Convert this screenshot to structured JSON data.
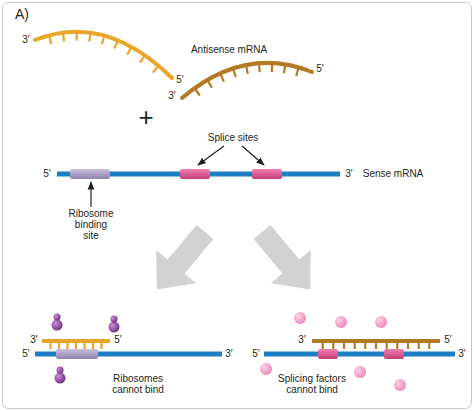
{
  "diagram": {
    "labels": [
      "A)",
      "3′",
      "5′",
      "Antisense mRNA",
      "3′",
      "5′",
      "+",
      "Splice sites",
      "5′",
      "3′",
      "Sense mRNA",
      "Ribosome binding site",
      "3′",
      "5′",
      "5′",
      "3′",
      "Ribosomes cannot bind",
      "3′",
      "5′",
      "5′",
      "3′",
      "Splicing factors cannot bind"
    ]
  }
}
